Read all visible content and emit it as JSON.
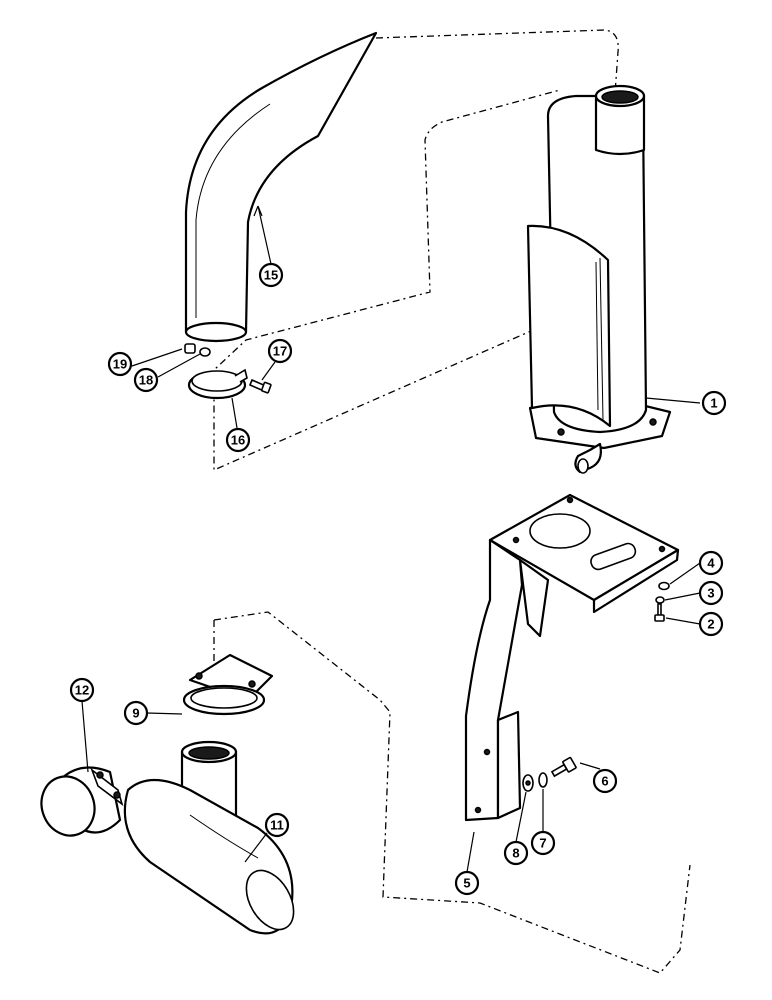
{
  "callouts": [
    {
      "id": "c1",
      "label": "1"
    },
    {
      "id": "c2",
      "label": "2"
    },
    {
      "id": "c3",
      "label": "3"
    },
    {
      "id": "c4",
      "label": "4"
    },
    {
      "id": "c5",
      "label": "5"
    },
    {
      "id": "c6",
      "label": "6"
    },
    {
      "id": "c7",
      "label": "7"
    },
    {
      "id": "c8",
      "label": "8"
    },
    {
      "id": "c9",
      "label": "9"
    },
    {
      "id": "c11",
      "label": "11"
    },
    {
      "id": "c12",
      "label": "12"
    },
    {
      "id": "c15",
      "label": "15"
    },
    {
      "id": "c16",
      "label": "16"
    },
    {
      "id": "c17",
      "label": "17"
    },
    {
      "id": "c18",
      "label": "18"
    },
    {
      "id": "c19",
      "label": "19"
    }
  ]
}
